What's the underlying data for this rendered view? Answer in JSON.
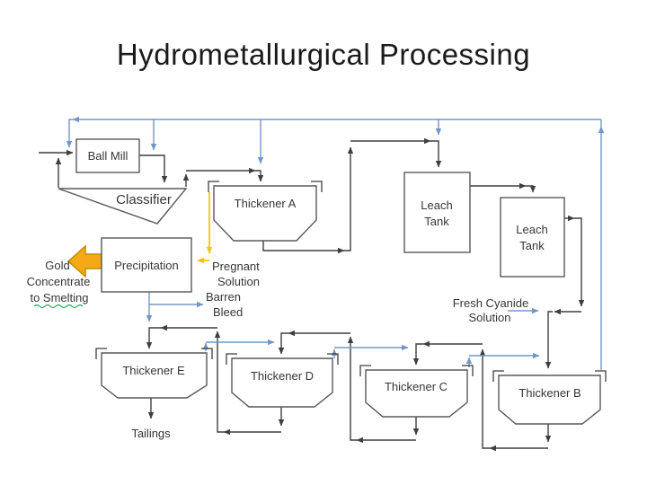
{
  "title": "Hydrometallurgical Processing",
  "colors": {
    "line": "#3f3f3f",
    "border": "#595959",
    "blue": "#7396c8",
    "gold": "#ffc000",
    "gold_fill": "#f5a915",
    "gold_stroke": "#bd8f00",
    "text": "#363636",
    "title": "#1a1a1a",
    "squiggle": "#00a550"
  },
  "nodes": {
    "ball_mill": "Ball Mill",
    "classifier": "Classifier",
    "thickener_a": "Thickener A",
    "leach": "Leach",
    "tank": "Tank",
    "precipitation": "Precipitation",
    "thickener_e": "Thickener E",
    "thickener_d": "Thickener D",
    "thickener_c": "Thickener C",
    "thickener_b": "Thickener B"
  },
  "streams": {
    "gold1": "Gold",
    "gold2": "Concentrate",
    "gold3": "to Smelting",
    "pregnant1": "Pregnant",
    "pregnant2": "Solution",
    "barren1": "Barren",
    "barren2": "Bleed",
    "fresh1": "Fresh Cyanide",
    "fresh2": "Solution",
    "tailings": "Tailings"
  }
}
